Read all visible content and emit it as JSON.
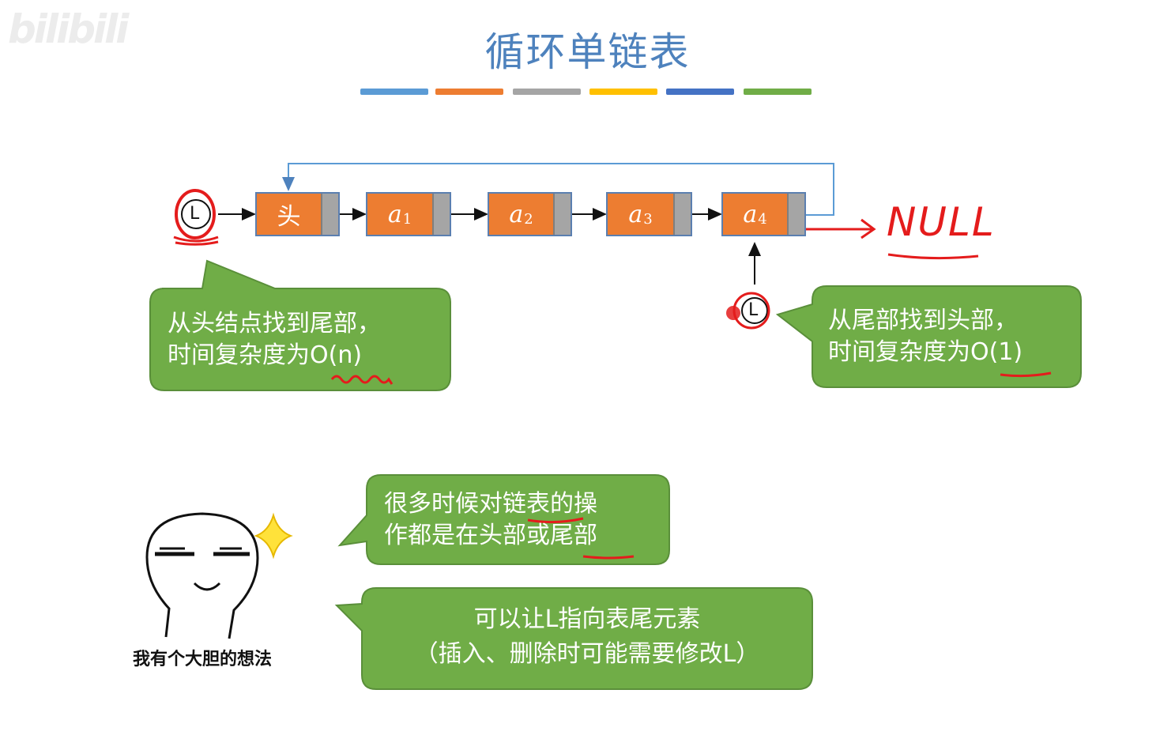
{
  "watermark": "bilibili",
  "title": "循环单链表",
  "stripe_colors": [
    "#5b9bd5",
    "#ed7d31",
    "#a5a5a5",
    "#ffc000",
    "#4472c4",
    "#70ad47"
  ],
  "list": {
    "head_pointer_label": "L",
    "head_node_label": "头",
    "nodes": [
      {
        "base": "a",
        "sub": "1"
      },
      {
        "base": "a",
        "sub": "2"
      },
      {
        "base": "a",
        "sub": "3"
      },
      {
        "base": "a",
        "sub": "4"
      }
    ],
    "tail_pointer_label": "L",
    "null_annotation": "NULL"
  },
  "bubbles": {
    "left": {
      "line1": "从头结点找到尾部，",
      "line2_prefix": "时间复杂度为",
      "complexity": "O(n)"
    },
    "right": {
      "line1": "从尾部找到头部，",
      "line2_prefix": "时间复杂度为",
      "complexity": "O(1)"
    },
    "middle": {
      "line1": "很多时候对链表的操",
      "line2": "作都是在头部或尾部"
    },
    "bottom": {
      "line1": "可以让L指向表尾元素",
      "line2": "（插入、删除时可能需要修改L）"
    }
  },
  "meme_caption": "我有个大胆的想法",
  "colors": {
    "title": "#4e82bd",
    "node_fill": "#ed7d31",
    "pointer_fill": "#a5a5a5",
    "bubble_fill": "#70ad47",
    "annotation": "#e41c1c"
  }
}
